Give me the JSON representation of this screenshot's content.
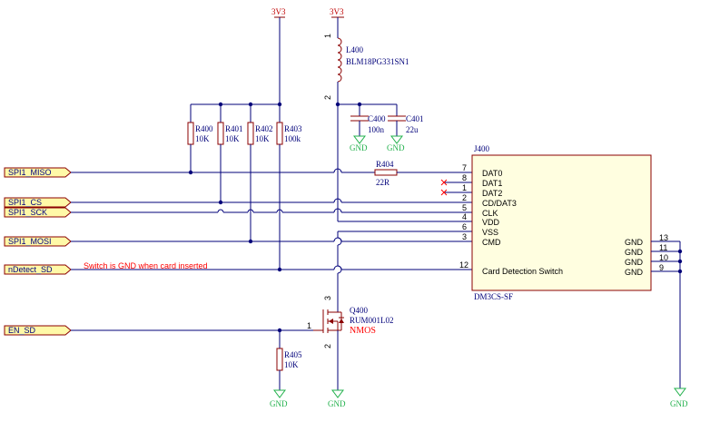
{
  "power": {
    "v1": "3V3",
    "v2": "3V3"
  },
  "gnd_label": "GND",
  "ports": {
    "miso": "SPI1_MISO",
    "cs": "SPI1_CS",
    "sck": "SPI1_SCK",
    "mosi": "SPI1_MOSI",
    "ndetect": "nDetect_SD",
    "en": "EN_SD"
  },
  "note": "Switch is GND when card inserted",
  "inductor": {
    "ref": "L400",
    "value": "BLM18PG331SN1",
    "pin1": "1",
    "pin2": "2"
  },
  "resistors": [
    {
      "ref": "R400",
      "value": "10K"
    },
    {
      "ref": "R401",
      "value": "10K"
    },
    {
      "ref": "R402",
      "value": "10K"
    },
    {
      "ref": "R403",
      "value": "100k"
    }
  ],
  "r404": {
    "ref": "R404",
    "value": "22R"
  },
  "r405": {
    "ref": "R405",
    "value": "10K"
  },
  "caps": [
    {
      "ref": "C400",
      "value": "100n"
    },
    {
      "ref": "C401",
      "value": "22u"
    }
  ],
  "connector": {
    "ref": "J400",
    "part": "DM3CS-SF",
    "pins": [
      {
        "num": "7",
        "name": "DAT0"
      },
      {
        "num": "8",
        "name": "DAT1"
      },
      {
        "num": "1",
        "name": "DAT2"
      },
      {
        "num": "2",
        "name": "CD/DAT3"
      },
      {
        "num": "5",
        "name": "CLK"
      },
      {
        "num": "4",
        "name": "VDD"
      },
      {
        "num": "6",
        "name": "VSS"
      },
      {
        "num": "3",
        "name": "CMD"
      },
      {
        "num": "12",
        "name": "Card Detection Switch"
      }
    ],
    "gnd_pins": [
      {
        "num": "13",
        "name": "GND"
      },
      {
        "num": "11",
        "name": "GND"
      },
      {
        "num": "10",
        "name": "GND"
      },
      {
        "num": "9",
        "name": "GND"
      }
    ]
  },
  "mosfet": {
    "ref": "Q400",
    "part": "RUM001L02",
    "type": "NMOS",
    "pin_g": "1",
    "pin_d": "3",
    "pin_s": "2"
  }
}
